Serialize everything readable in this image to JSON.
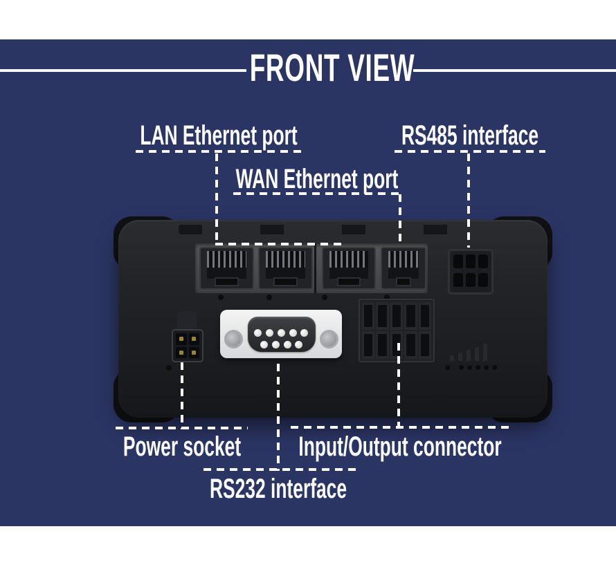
{
  "title": "FRONT VIEW",
  "colors": {
    "background": "#2b3564",
    "band": "#ffffff",
    "text": "#ffffff",
    "line": "#fdfdfe",
    "device_body": "#1e1f22"
  },
  "callouts": {
    "lan": {
      "label": "LAN Ethernet port"
    },
    "wan": {
      "label": "WAN Ethernet port"
    },
    "rs485": {
      "label": "RS485 interface"
    },
    "power": {
      "label": "Power socket"
    },
    "io": {
      "label": "Input/Output connector"
    },
    "rs232": {
      "label": "RS232 interface"
    }
  },
  "device": {
    "ethernet_port_count": 4,
    "rs485_pin_count": 6,
    "power_pin_count": 4,
    "db9_pin_count": 9,
    "io_terminal_count": 10,
    "led_count": 6
  }
}
